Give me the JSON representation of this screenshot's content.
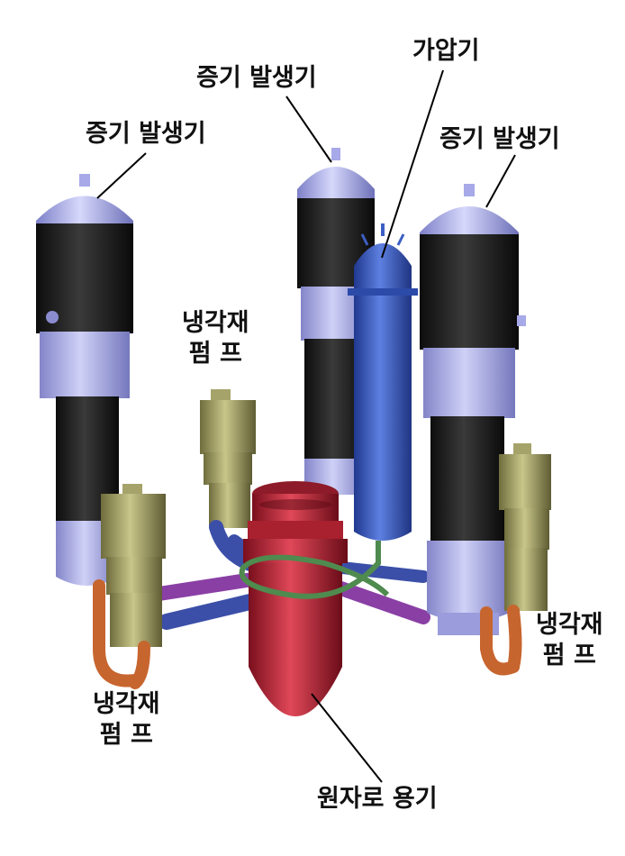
{
  "labels": {
    "steam_generator_left": "증기 발생기",
    "steam_generator_center": "증기 발생기",
    "steam_generator_right": "증기 발생기",
    "pressurizer": "가압기",
    "coolant_pump_upper_line1": "냉각재",
    "coolant_pump_upper_line2": "펌 프",
    "coolant_pump_left_line1": "냉각재",
    "coolant_pump_left_line2": "펌 프",
    "coolant_pump_right_line1": "냉각재",
    "coolant_pump_right_line2": "펌 프",
    "reactor_vessel": "원자로 용기"
  },
  "colors": {
    "steam_generator_dome": "#a7a9e8",
    "steam_generator_shell": "#1a1a1a",
    "pressurizer": "#3d5fc4",
    "reactor_vessel": "#c4283a",
    "pump_body": "#a6a36a",
    "hot_leg": "#8a3fa5",
    "cold_leg": "#3b4fa8",
    "crossover_pipe": "#c7652e",
    "surge_line": "#4f8a4f"
  }
}
